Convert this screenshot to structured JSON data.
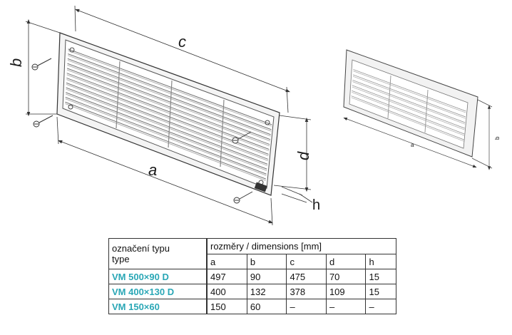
{
  "drawing": {
    "dim_labels": {
      "a": "a",
      "b": "b",
      "c": "c",
      "d": "d",
      "h": "h"
    },
    "thumbnail_labels": {
      "a": "a",
      "b": "b"
    }
  },
  "table": {
    "label_header": [
      "označení typu",
      "type"
    ],
    "dimensions_header": "rozměry / dimensions [mm]",
    "columns": [
      "a",
      "b",
      "c",
      "d",
      "h"
    ],
    "rows": [
      {
        "type": "VM 500×90 D",
        "values": [
          "497",
          "90",
          "475",
          "70",
          "15"
        ]
      },
      {
        "type": "VM 400×130 D",
        "values": [
          "400",
          "132",
          "378",
          "109",
          "15"
        ]
      },
      {
        "type": "VM 150×60",
        "values": [
          "150",
          "60",
          "–",
          "–",
          "–"
        ]
      }
    ]
  },
  "colors": {
    "type_label": "#2aa7b6",
    "line": "#444444"
  }
}
